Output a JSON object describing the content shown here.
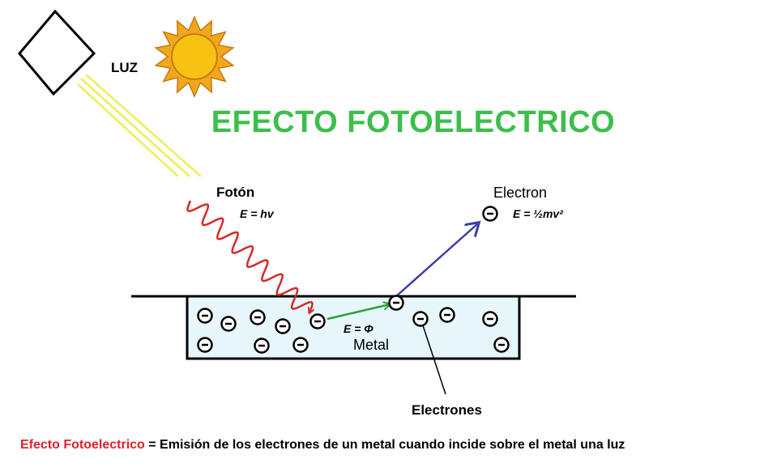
{
  "title": "EFECTO FOTOELECTRICO",
  "labels": {
    "light": "LUZ",
    "photon": "Fotón",
    "photon_energy": "E = hv",
    "electron": "Electron",
    "electron_energy": "E = ½mv²",
    "work_function": "E = Φ",
    "metal": "Metal",
    "electrons": "Electrones"
  },
  "caption": {
    "term": "Efecto Fotoelectrico",
    "definition": " = Emisión de los electrones de un metal cuando incide sobre el metal una luz"
  },
  "colors": {
    "title": "#3dbe4c",
    "photon_wave": "#d42a2a",
    "ejection_arrow": "#3b3fa8",
    "work_arrow": "#2e9e3a",
    "light_rays": "#eeee55",
    "sun_fill": "#f6c312",
    "sun_rays": "#f2a81d",
    "metal_fill": "#e6f6fa",
    "caption_term": "#e0202c"
  },
  "icons": [
    "lamp-icon",
    "sun-icon",
    "electron-icon"
  ]
}
